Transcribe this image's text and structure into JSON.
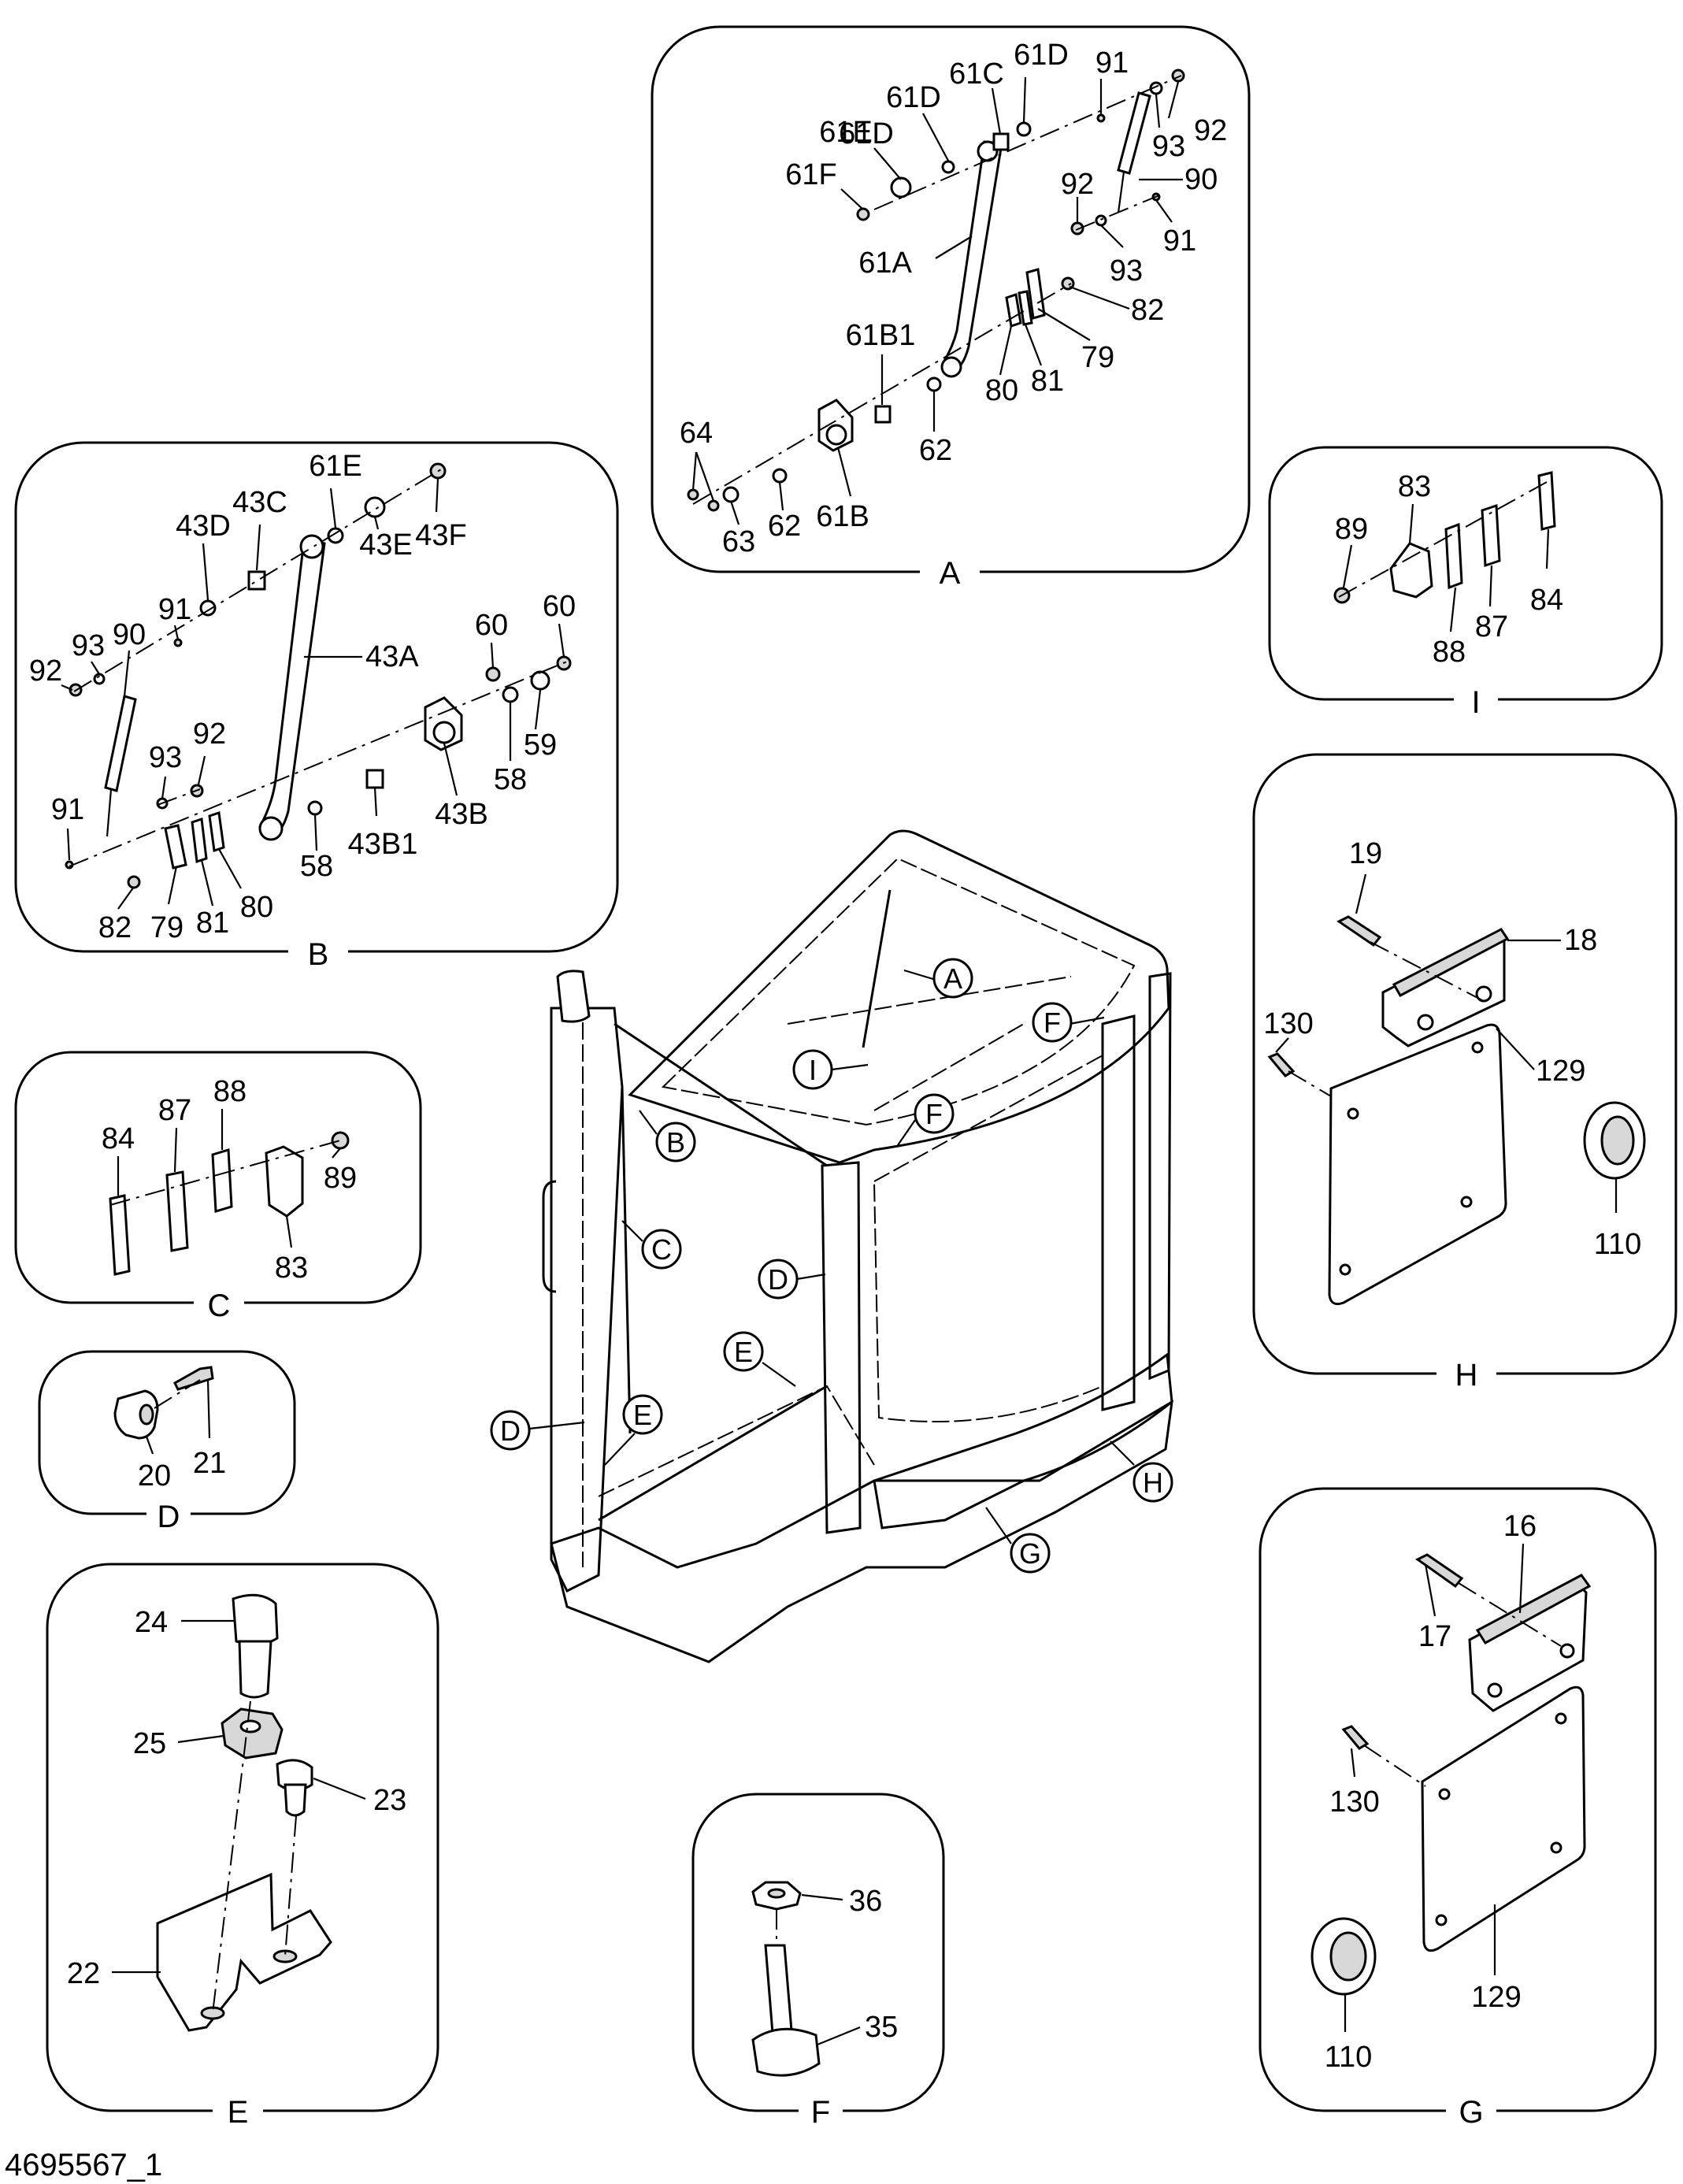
{
  "figure_id": "4695567_1",
  "panels": [
    {
      "id": "A",
      "labels": [
        "61D",
        "61C",
        "61D",
        "91",
        "61D",
        "92",
        "61E",
        "93",
        "61F",
        "90",
        "92",
        "61A",
        "93",
        "91",
        "82",
        "61B1",
        "79",
        "80",
        "81",
        "62",
        "64",
        "63",
        "62",
        "61B"
      ]
    },
    {
      "id": "B",
      "labels": [
        "61E",
        "43C",
        "43D",
        "43F",
        "43E",
        "91",
        "90",
        "93",
        "92",
        "43A",
        "60",
        "60",
        "93",
        "92",
        "59",
        "91",
        "58",
        "43B",
        "58",
        "43B1",
        "82",
        "79",
        "81",
        "80"
      ]
    },
    {
      "id": "I",
      "labels": [
        "83",
        "89",
        "84",
        "88",
        "87"
      ]
    },
    {
      "id": "H",
      "labels": [
        "19",
        "18",
        "130",
        "129",
        "110"
      ]
    },
    {
      "id": "C",
      "labels": [
        "88",
        "87",
        "84",
        "89",
        "83"
      ]
    },
    {
      "id": "D",
      "labels": [
        "20",
        "21"
      ]
    },
    {
      "id": "E",
      "labels": [
        "24",
        "25",
        "23",
        "22"
      ]
    },
    {
      "id": "F",
      "labels": [
        "36",
        "35"
      ]
    },
    {
      "id": "G",
      "labels": [
        "16",
        "17",
        "130",
        "129",
        "110"
      ]
    }
  ],
  "callouts": [
    "A",
    "F",
    "I",
    "F",
    "B",
    "C",
    "D",
    "E",
    "D",
    "E",
    "H",
    "G"
  ]
}
